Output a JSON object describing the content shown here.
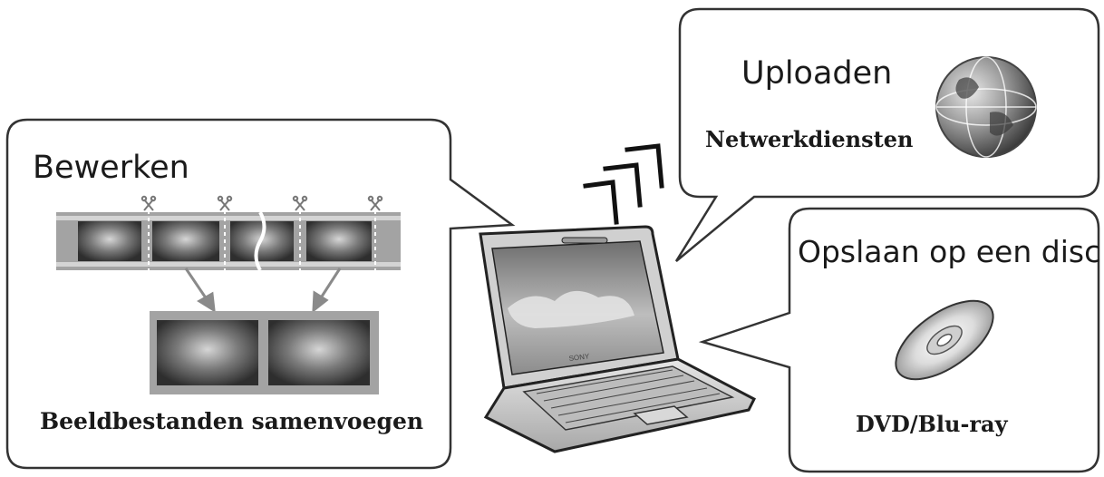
{
  "panels": {
    "edit": {
      "title": "Bewerken",
      "caption": "Beeldbestanden samenvoegen"
    },
    "upload": {
      "title": "Uploaden",
      "caption": "Netwerkdiensten",
      "icon": "globe-icon"
    },
    "disc": {
      "title": "Opslaan op een disc",
      "caption": "DVD/Blu-ray",
      "icon": "disc-icon"
    }
  },
  "laptop": {
    "brand": "SONY",
    "icon": "laptop-icon"
  },
  "colors": {
    "outline": "#333333",
    "arrow": "#8a8a8a",
    "film": "#9a9a9a"
  }
}
